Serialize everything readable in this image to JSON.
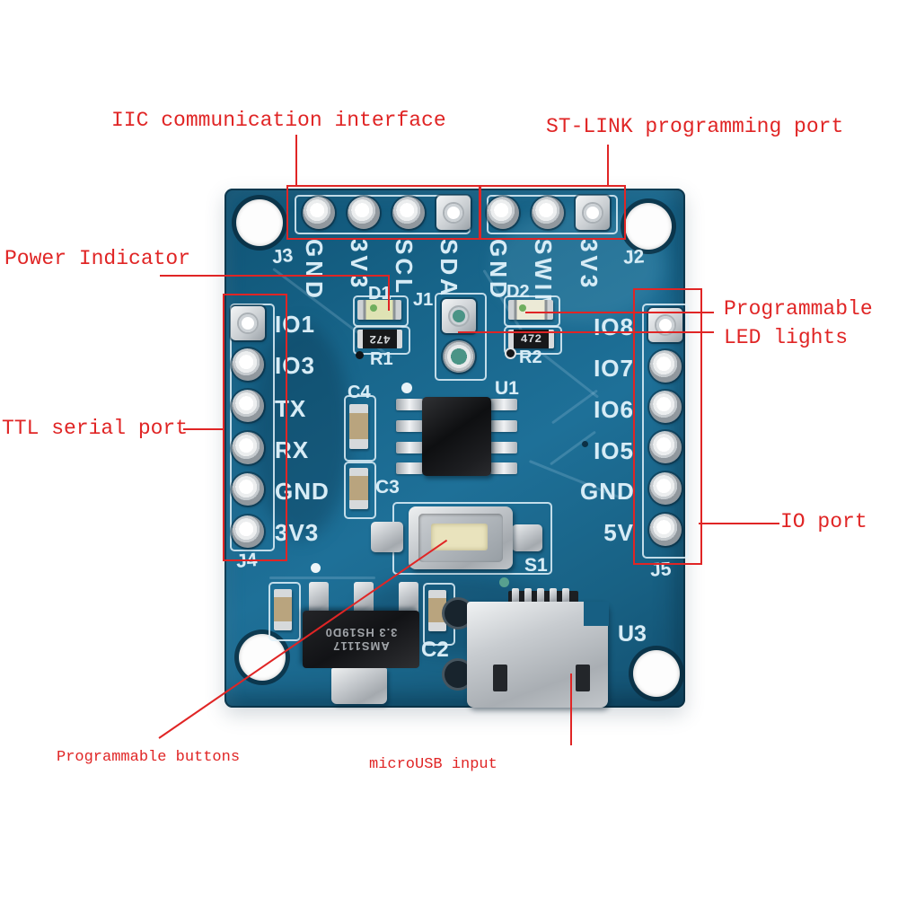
{
  "annotations": {
    "iic": "IIC communication interface",
    "stlink": "ST-LINK programming port",
    "power": "Power Indicator",
    "led_line1": "Programmable",
    "led_line2": "LED lights",
    "ttl": "TTL serial port",
    "io": "IO port",
    "buttons": "Programmable buttons",
    "usb": "microUSB input"
  },
  "board": {
    "headers": {
      "j3": {
        "ref": "J3",
        "pins": [
          "GND",
          "3V3",
          "SCL",
          "SDA"
        ]
      },
      "j2": {
        "ref": "J2",
        "pins": [
          "GND",
          "SWIM",
          "3V3"
        ]
      },
      "j4": {
        "ref": "J4",
        "pins": [
          "IO1",
          "IO3",
          "TX",
          "RX",
          "GND",
          "3V3"
        ]
      },
      "j5": {
        "ref": "J5",
        "pins": [
          "IO8",
          "IO7",
          "IO6",
          "IO5",
          "GND",
          "5V"
        ]
      }
    },
    "components": {
      "d1": "D1",
      "d2": "D2",
      "r1": "R1",
      "r2": "R2",
      "r1_value": "472",
      "r2_value": "472",
      "j1": "J1",
      "u1": "U1",
      "u3": "U3",
      "s1": "S1",
      "c2": "C2",
      "c3": "C3",
      "c4": "C4",
      "regulator_line1": "AMS1117",
      "regulator_line2": "3.3 HS19D0"
    },
    "colors": {
      "annotation_red": "#e02525",
      "pcb_blue": "#17618a",
      "silkscreen": "#d7ecf6"
    }
  }
}
